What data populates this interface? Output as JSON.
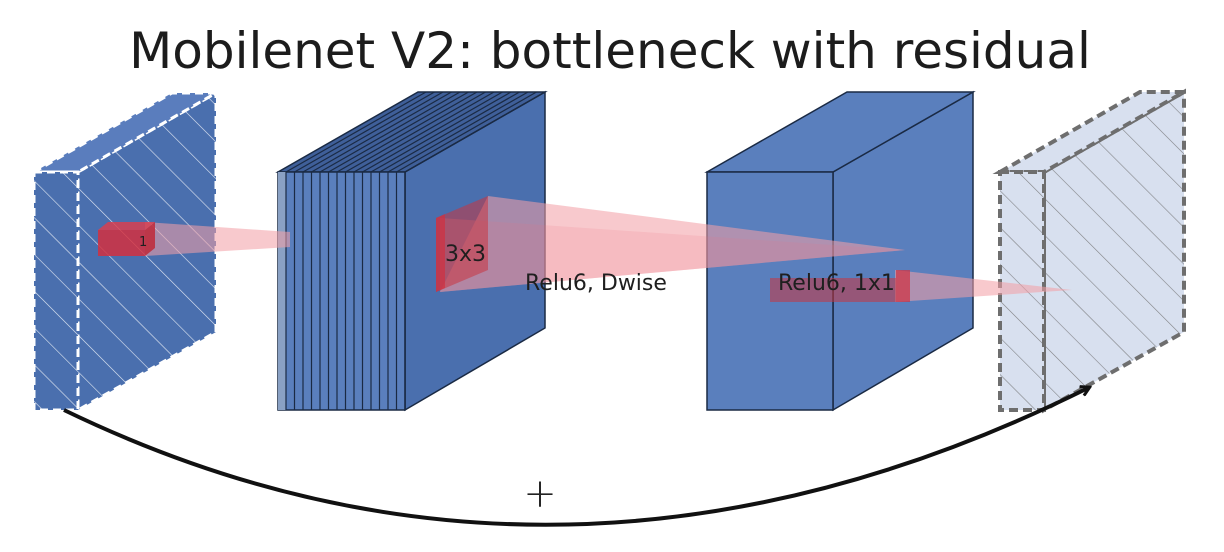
{
  "title": "Mobilenet V2: bottleneck with residual",
  "labels": {
    "kernel_input": "1",
    "kernel_dwise": "3x3",
    "op_dwise": "Relu6, Dwise",
    "op_project": "Relu6, 1x1",
    "residual": "+"
  },
  "colors": {
    "block_front": "#4a6fae",
    "block_side": "#4a6fae",
    "block_top": "#5a7dbd",
    "expanded_front": "#5a7fbd",
    "output_fill": "#d8e0ef",
    "projection_ray": "#f4a0a8",
    "kernel": "#d23040",
    "arrow": "#111111"
  }
}
